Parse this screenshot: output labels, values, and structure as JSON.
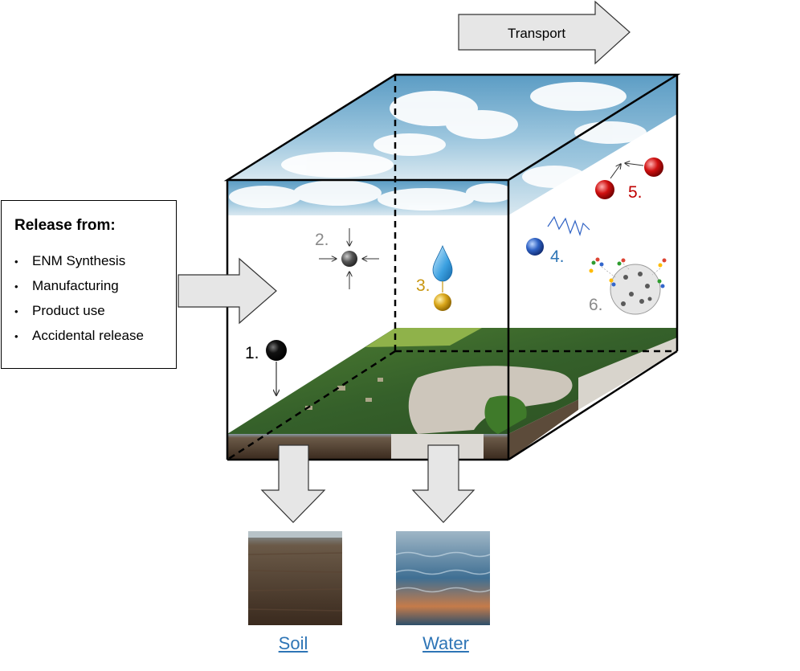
{
  "transport": {
    "label": "Transport"
  },
  "release": {
    "title": "Release from:",
    "items": [
      "ENM Synthesis",
      "Manufacturing",
      "Product use",
      "Accidental release"
    ]
  },
  "processes": [
    {
      "number": "1.",
      "color": "#000000"
    },
    {
      "number": "2.",
      "color": "#8a8a8a"
    },
    {
      "number": "3.",
      "color": "#c8960f"
    },
    {
      "number": "4.",
      "color": "#2e75b6"
    },
    {
      "number": "5.",
      "color": "#c00000"
    },
    {
      "number": "6.",
      "color": "#8a8a8a"
    }
  ],
  "outputs": {
    "soil": "Soil",
    "water": "Water"
  },
  "colors": {
    "link": "#2e75b6",
    "arrow_fill": "#e6e6e6",
    "sky": "#6fa7c9",
    "land": "#3f6e2c"
  }
}
